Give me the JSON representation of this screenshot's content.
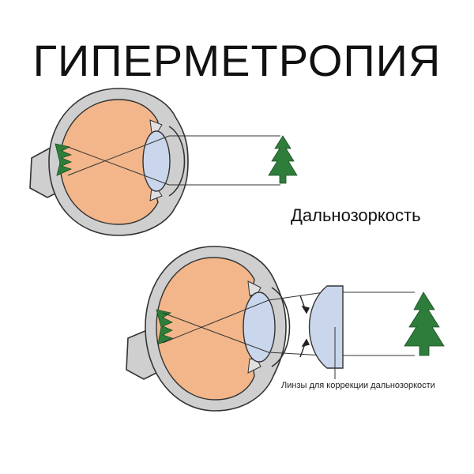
{
  "title": "ГИПЕРМЕТРОПИЯ",
  "subtitle": "Дальнозоркость",
  "lens_label": "Линзы для коррекции дальнозоркости",
  "colors": {
    "eye_interior": "#f2b68a",
    "sclera": "#cfcfcf",
    "outline": "#333333",
    "lens": "#c9d6ec",
    "tree": "#2e7d3a",
    "background": "#ffffff"
  },
  "icons": {
    "object": "tree-icon",
    "retina_image": "inverted-tree-icon"
  }
}
